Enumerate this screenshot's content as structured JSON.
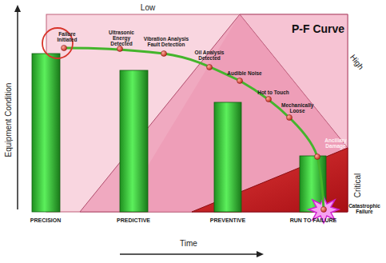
{
  "diagram": {
    "title": "P-F Curve",
    "labels": [
      "Low",
      "High",
      "Critical",
      "Equipment Condition",
      "Time",
      "Failure Initiated",
      "Ultrasonic Energy Detected",
      "Vibration Analysis Fault Detection",
      "Oil Analysis Detected",
      "Audible Noise",
      "Hot to Touch",
      "Mechanically Loose",
      "Ancillary Damage",
      "Catastrophic Failure",
      "PRECISION",
      "PREDICTIVE",
      "PREVENTIVE",
      "RUN TO FAILURE"
    ]
  }
}
